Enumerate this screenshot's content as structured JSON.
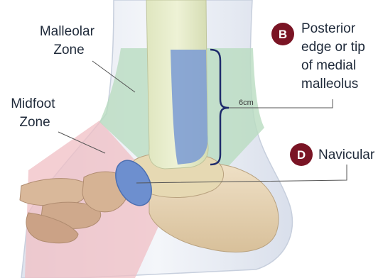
{
  "labels": {
    "malleolar_zone": [
      "Malleolar",
      "Zone"
    ],
    "midfoot_zone": [
      "Midfoot",
      "Zone"
    ],
    "measurement": "6cm",
    "posterior": {
      "letter": "B",
      "lines": [
        "Posterior",
        "edge or tip",
        "of medial",
        "malleolus"
      ]
    },
    "navicular": {
      "letter": "D",
      "text": "Navicular"
    }
  },
  "colors": {
    "badge": "#7a1424",
    "malleolar_zone": "#b9dcc0",
    "midfoot_zone": "#f0bfc4",
    "tibia": "#e6ecc9",
    "fibula_posterior": "#7f9fd3",
    "navicular": "#6d8fcf",
    "bone": "#e3cfae",
    "skin": "#eef1f6",
    "bracket": "#1d2a6b"
  }
}
